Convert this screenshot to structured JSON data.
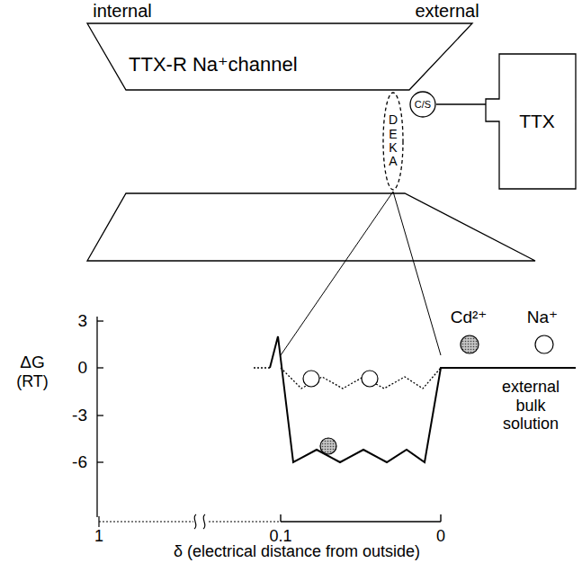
{
  "diagram": {
    "nodes": [
      {
        "text": [
          "TTX-R Na⁺channel"
        ]
      },
      {
        "text": [
          "DEKA"
        ]
      },
      {
        "text": [
          "C/S"
        ]
      },
      {
        "text": [
          "TTX"
        ]
      }
    ],
    "edges": [
      {
        "from": 2,
        "to": 3,
        "arrow": "none"
      }
    ],
    "labels": [
      "internal",
      "external",
      "ΔG",
      "(RT)",
      "3",
      "0",
      "-3",
      "-6",
      "Cd²⁺",
      "Na⁺",
      "external bulk solution",
      "1",
      "0.1",
      "0",
      "δ (electrical distance from outside)"
    ]
  }
}
